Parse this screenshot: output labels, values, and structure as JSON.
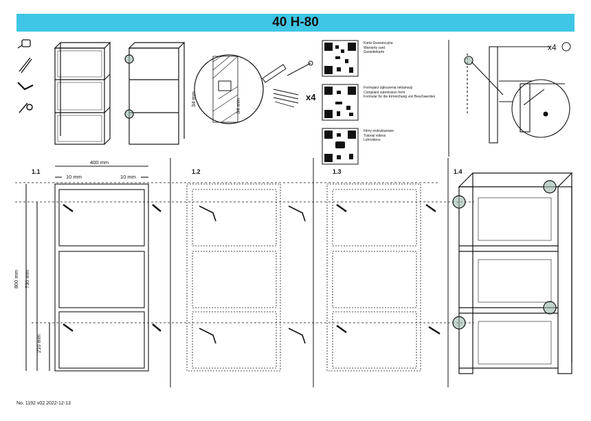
{
  "title": "40 H-80",
  "footer": "No. 1192 v02 2022-12-13",
  "hardware_qty": "x4",
  "cap_qty": "x4",
  "qr_blocks": [
    {
      "lines": [
        "Karta Gwarancyjna",
        "Warranty card",
        "Garantiekarte"
      ]
    },
    {
      "lines": [
        "Formularz zgłoszenia reklamacji",
        "Complaint submission form",
        "Formular für die Einreichung von Beschwerden"
      ]
    },
    {
      "lines": [
        "Filmy instruktażowe",
        "Tutorial videos",
        "Lehrvideos"
      ]
    }
  ],
  "steps": [
    "1.1",
    "1.2",
    "1.3",
    "1.4"
  ],
  "dimensions": {
    "width": "400 mm",
    "inset_left": "10 mm",
    "inset_right": "10 mm",
    "height_total": "800 mm",
    "height_inner": "730 mm",
    "height_lower": "210 mm",
    "hole_depth": "34 mm",
    "hole_depth2": "34 mm"
  },
  "colors": {
    "banner": "#3fc6e6",
    "line": "#111111",
    "highlight": "#9ab5a8"
  }
}
